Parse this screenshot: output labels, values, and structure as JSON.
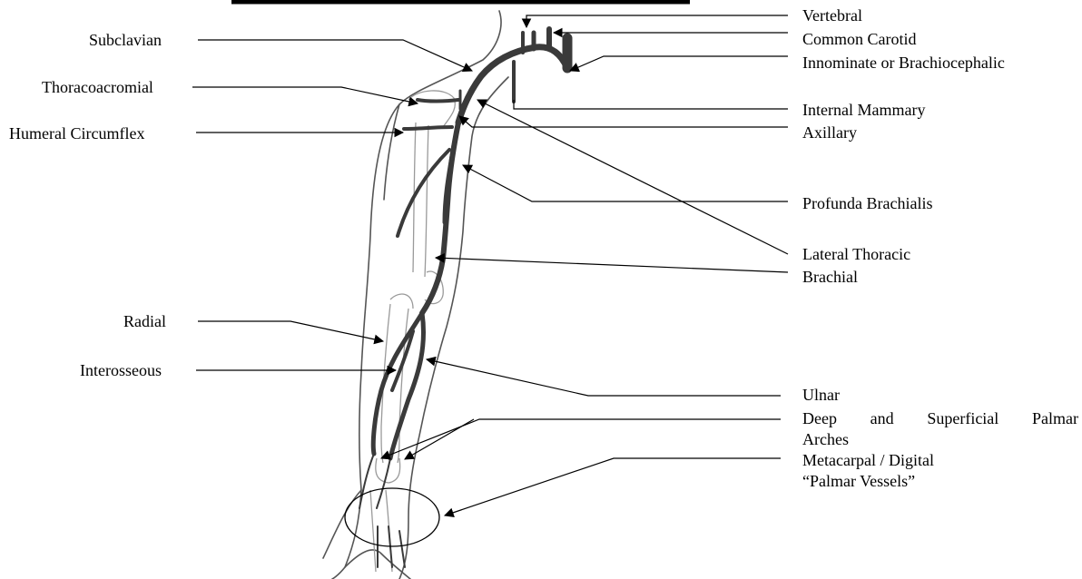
{
  "colors": {
    "artery": "#3a3a3a",
    "outline": "#555555",
    "bone": "#9a9a9a",
    "text": "#000000"
  },
  "labels_left": {
    "subclavian": "Subclavian",
    "thoracoacromial": "Thoracoacromial",
    "humeral_circumflex": "Humeral Circumflex",
    "radial": "Radial",
    "interosseous": "Interosseous"
  },
  "labels_right": {
    "vertebral": "Vertebral",
    "common_carotid": "Common Carotid",
    "innominate": "Innominate or Brachiocephalic",
    "internal_mammary": "Internal Mammary",
    "axillary": "Axillary",
    "profunda_brachialis": "Profunda Brachialis",
    "lateral_thoracic": "Lateral Thoracic",
    "brachial": "Brachial",
    "ulnar": "Ulnar",
    "palmar_arches_words": [
      "Deep",
      "and",
      "Superficial",
      "Palmar"
    ],
    "palmar_arches_line2": "Arches",
    "metacarpal_digital": "Metacarpal / Digital",
    "palmar_vessels": "“Palmar Vessels”"
  }
}
